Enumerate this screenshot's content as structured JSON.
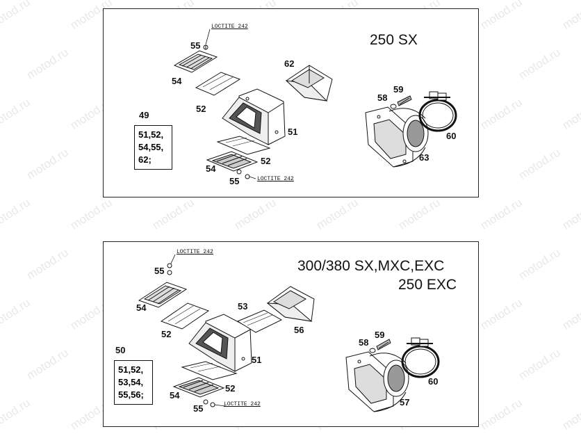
{
  "watermark": "motod.ru",
  "top_panel": {
    "title": "250 SX",
    "loctite_top": "LOCTITE 242",
    "loctite_bottom": "LOCTITE 242",
    "labels": {
      "n55a": "55",
      "n54a": "54",
      "n52a": "52",
      "n62": "62",
      "n58": "58",
      "n59": "59",
      "n51": "51",
      "n60": "60",
      "n52b": "52",
      "n54b": "54",
      "n55b": "55",
      "n63": "63",
      "kit": "49"
    },
    "kit_contents": [
      "51,52,",
      "54,55,",
      "62;"
    ]
  },
  "bottom_panel": {
    "title_line1": "300/380 SX,MXC,EXC",
    "title_line2": "250 EXC",
    "loctite_top": "LOCTITE 242",
    "loctite_bottom": "LOCTITE 242",
    "labels": {
      "n55a": "55",
      "n54a": "54",
      "n52a": "52",
      "n53": "53",
      "n56": "56",
      "n51": "51",
      "n58": "58",
      "n59": "59",
      "n60": "60",
      "n52b": "52",
      "n54b": "54",
      "n55b": "55",
      "n57": "57",
      "kit": "50"
    },
    "kit_contents": [
      "51,52,",
      "53,54,",
      "55,56;"
    ]
  }
}
